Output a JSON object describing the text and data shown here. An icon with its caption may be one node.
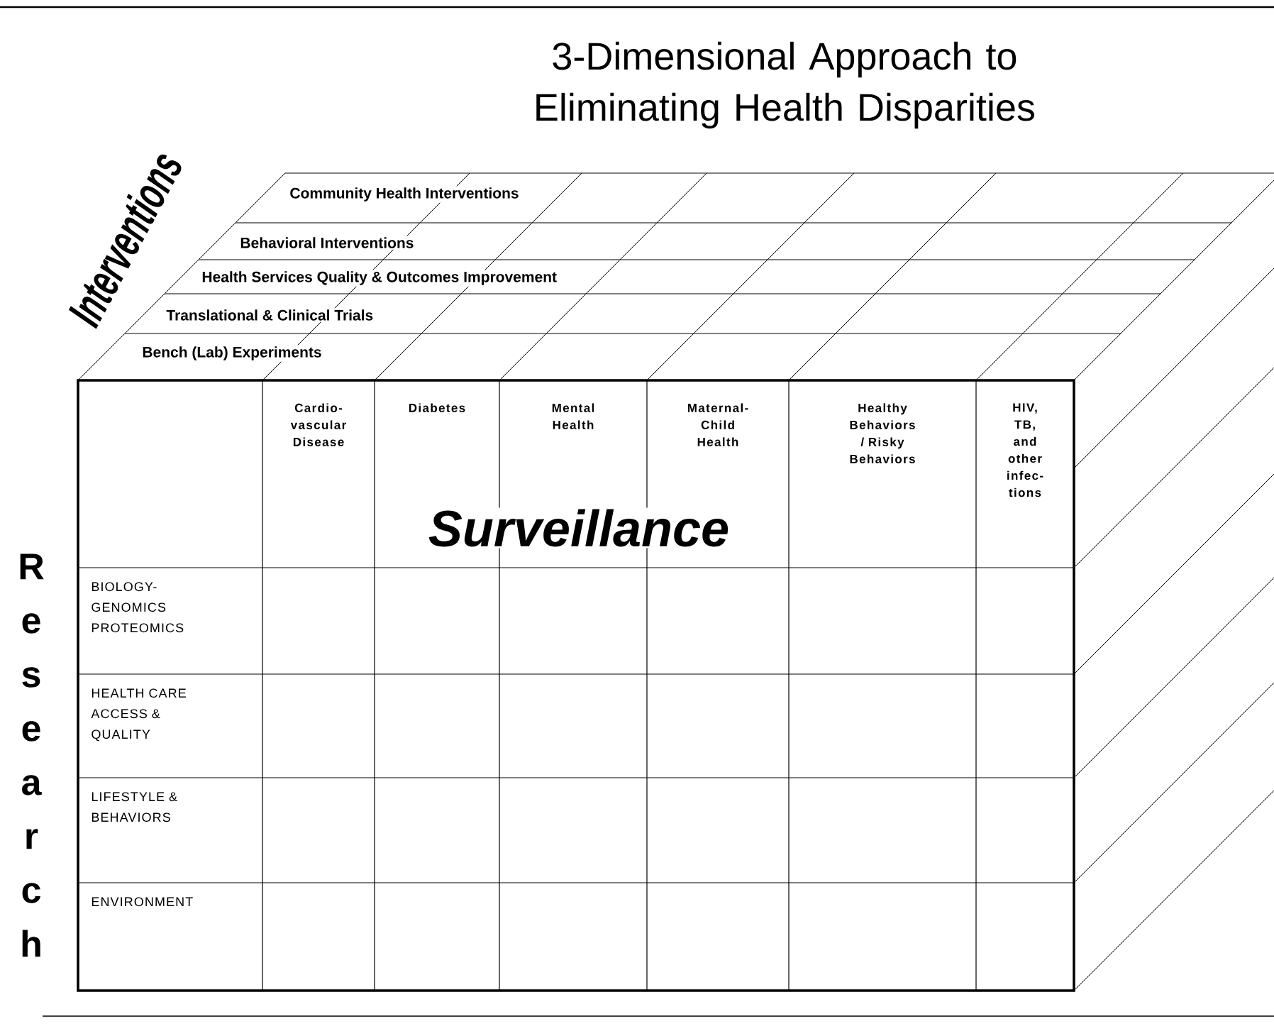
{
  "diagram": {
    "title": "3-Dimensional Approach to Eliminating Health Disparities",
    "labels": [
      "Interventions",
      "Community Health Interventions",
      "Behavioral Interventions",
      "Health Services Quality & Outcomes Improvement",
      "Translational & Clinical Trials",
      "Bench (Lab) Experiments",
      "Cardio- vascular Disease",
      "Diabetes",
      "Mental Health",
      "Maternal- Child Health",
      "Healthy Behaviors / Risky Behaviors",
      "HIV, TB, and other infec- tions",
      "Surveillance",
      "Research",
      "BIOLOGY- GENOMICS PROTEOMICS",
      "HEALTH CARE ACCESS & QUALITY",
      "LIFESTYLE & BEHAVIORS",
      "ENVIRONMENT"
    ]
  }
}
